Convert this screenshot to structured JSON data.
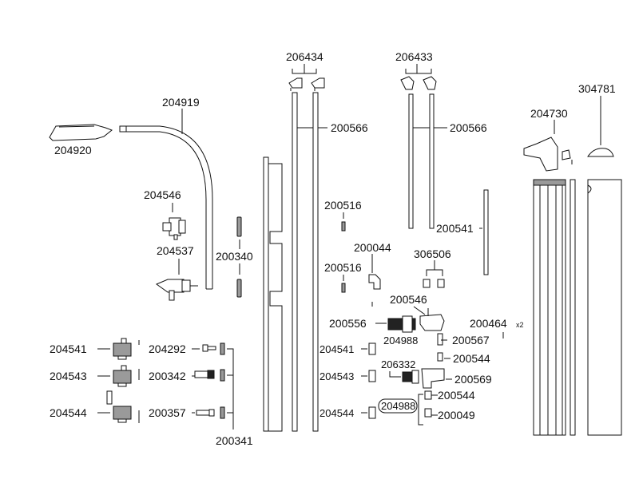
{
  "diagram": {
    "labels": {
      "p206434": "206434",
      "p206433": "206433",
      "p304781": "304781",
      "p204919": "204919",
      "p204730": "204730",
      "p200566_a": "200566",
      "p200566_b": "200566",
      "p204920": "204920",
      "p204546": "204546",
      "p200516_a": "200516",
      "p200541": "200541",
      "p200044": "200044",
      "p306506": "306506",
      "p204537": "204537",
      "p200340": "200340",
      "p200516_b": "200516",
      "p200546": "200546",
      "p200556": "200556",
      "p200464": "200464",
      "p200464_qty": "x2",
      "p204988_a": "204988",
      "p200567": "200567",
      "p204541_a": "204541",
      "p204292": "204292",
      "p204541_b": "204541",
      "p200544_a": "200544",
      "p206332": "206332",
      "p204543_a": "204543",
      "p200342": "200342",
      "p204543_b": "204543",
      "p200569": "200569",
      "p200544_b": "200544",
      "p204988_b": "204988",
      "p204544_a": "204544",
      "p200357": "200357",
      "p204544_b": "204544",
      "p200049": "200049",
      "p200341": "200341"
    }
  }
}
